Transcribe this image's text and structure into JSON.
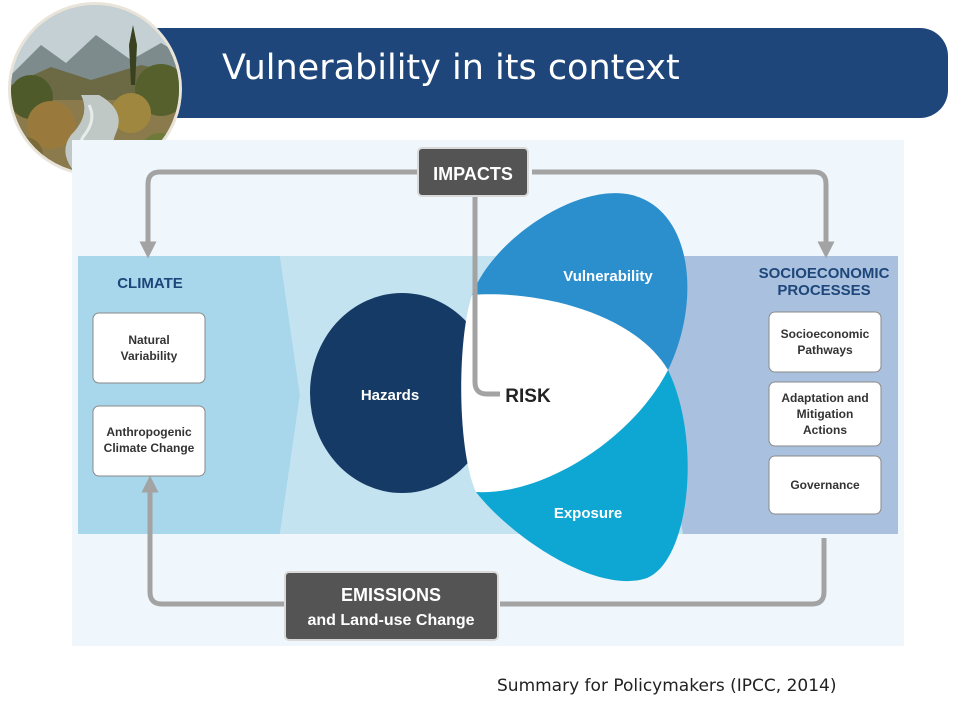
{
  "slide": {
    "title": "Vulnerability in its context",
    "caption": "Summary for Policymakers (IPCC, 2014)"
  },
  "diagram": {
    "impacts_label": "IMPACTS",
    "climate": {
      "heading": "CLIMATE",
      "items": [
        {
          "line1": "Natural",
          "line2": "Variability"
        },
        {
          "line1": "Anthropogenic",
          "line2": "Climate Change"
        }
      ]
    },
    "socio": {
      "heading_line1": "SOCIOECONOMIC",
      "heading_line2": "PROCESSES",
      "items": [
        {
          "line1": "Socioeconomic",
          "line2": "Pathways",
          "line3": ""
        },
        {
          "line1": "Adaptation and",
          "line2": "Mitigation",
          "line3": "Actions"
        },
        {
          "line1": "Governance",
          "line2": "",
          "line3": ""
        }
      ]
    },
    "petals": {
      "hazards": "Hazards",
      "vulnerability": "Vulnerability",
      "exposure": "Exposure",
      "risk": "RISK"
    },
    "emissions": {
      "line1": "EMISSIONS",
      "line2": "and Land-use Change"
    },
    "colors": {
      "title_bar": "#1e467a",
      "hazards": "#163a66",
      "vulnerability": "#2a8fcc",
      "exposure": "#0ea6d2",
      "climate_panel": "#a8d6ea",
      "socio_panel": "#a9c0de",
      "label_box": "#545454",
      "arrow": "#a3a3a3"
    }
  }
}
